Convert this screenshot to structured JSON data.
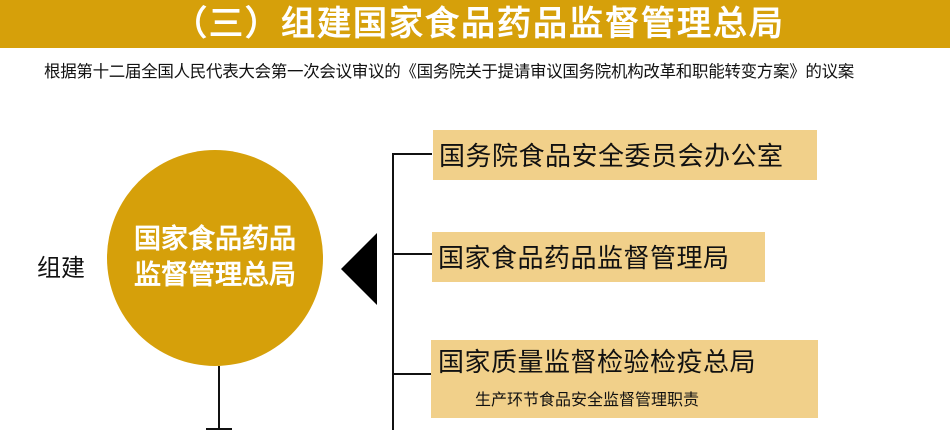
{
  "header": {
    "title": "（三）组建国家食品药品监督管理总局",
    "subtitle": "根据第十二届全国人民代表大会第一次会议审议的《国务院关于提请审议国务院机构改革和职能转变方案》的议案"
  },
  "diagram": {
    "action_label": "组建",
    "center_node": {
      "lines": [
        "国家食品药品",
        "监督管理总局"
      ]
    },
    "merged_from": [
      {
        "title": "国务院食品安全委员会办公室"
      },
      {
        "title": "国家食品药品监督管理局"
      },
      {
        "title": "国家质量监督检验检疫总局",
        "note": "生产环节食品安全监督管理职责"
      }
    ],
    "arrow_direction": "left",
    "colors": {
      "banner": "#d6a00a",
      "circle": "#d6a00a",
      "box_fill": "#f1d08a",
      "line": "#111111"
    }
  }
}
